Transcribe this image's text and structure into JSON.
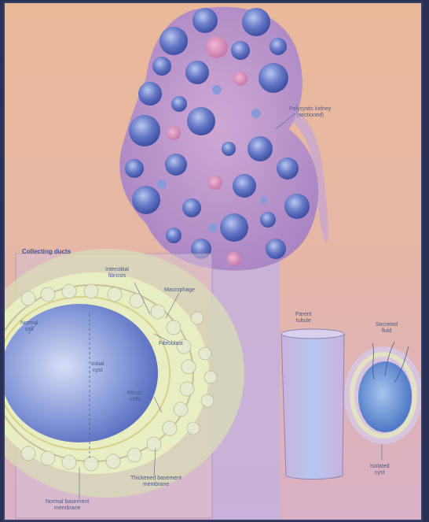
{
  "labels": {
    "kidney": [
      "Polycystic kidney",
      "(sectioned)"
    ],
    "inset_title": "Collecting ducts",
    "interstitial": [
      "Interstitial",
      "fibrosis"
    ],
    "macrophage": "Macrophage",
    "normal_cell": [
      "Normal",
      "cell"
    ],
    "fibroblast": "Fibroblast",
    "initial_cyst": [
      "Initial",
      "cyst"
    ],
    "mitotic": [
      "Mitotic",
      "cells"
    ],
    "thickened": [
      "Thickened basement",
      "membrane"
    ],
    "normal_membrane": [
      "Normal basement",
      "membrane"
    ],
    "parent_tubule": [
      "Parent",
      "tubule"
    ],
    "secreted_fluid": [
      "Secreted",
      "fluid"
    ],
    "isolated_cyst": [
      "Isolated",
      "cyst"
    ]
  },
  "colors": {
    "background": "#e8b89e",
    "kidney": "#b68fc7",
    "cyst": "#5f74c4",
    "ureter": "#c9a8cf"
  }
}
